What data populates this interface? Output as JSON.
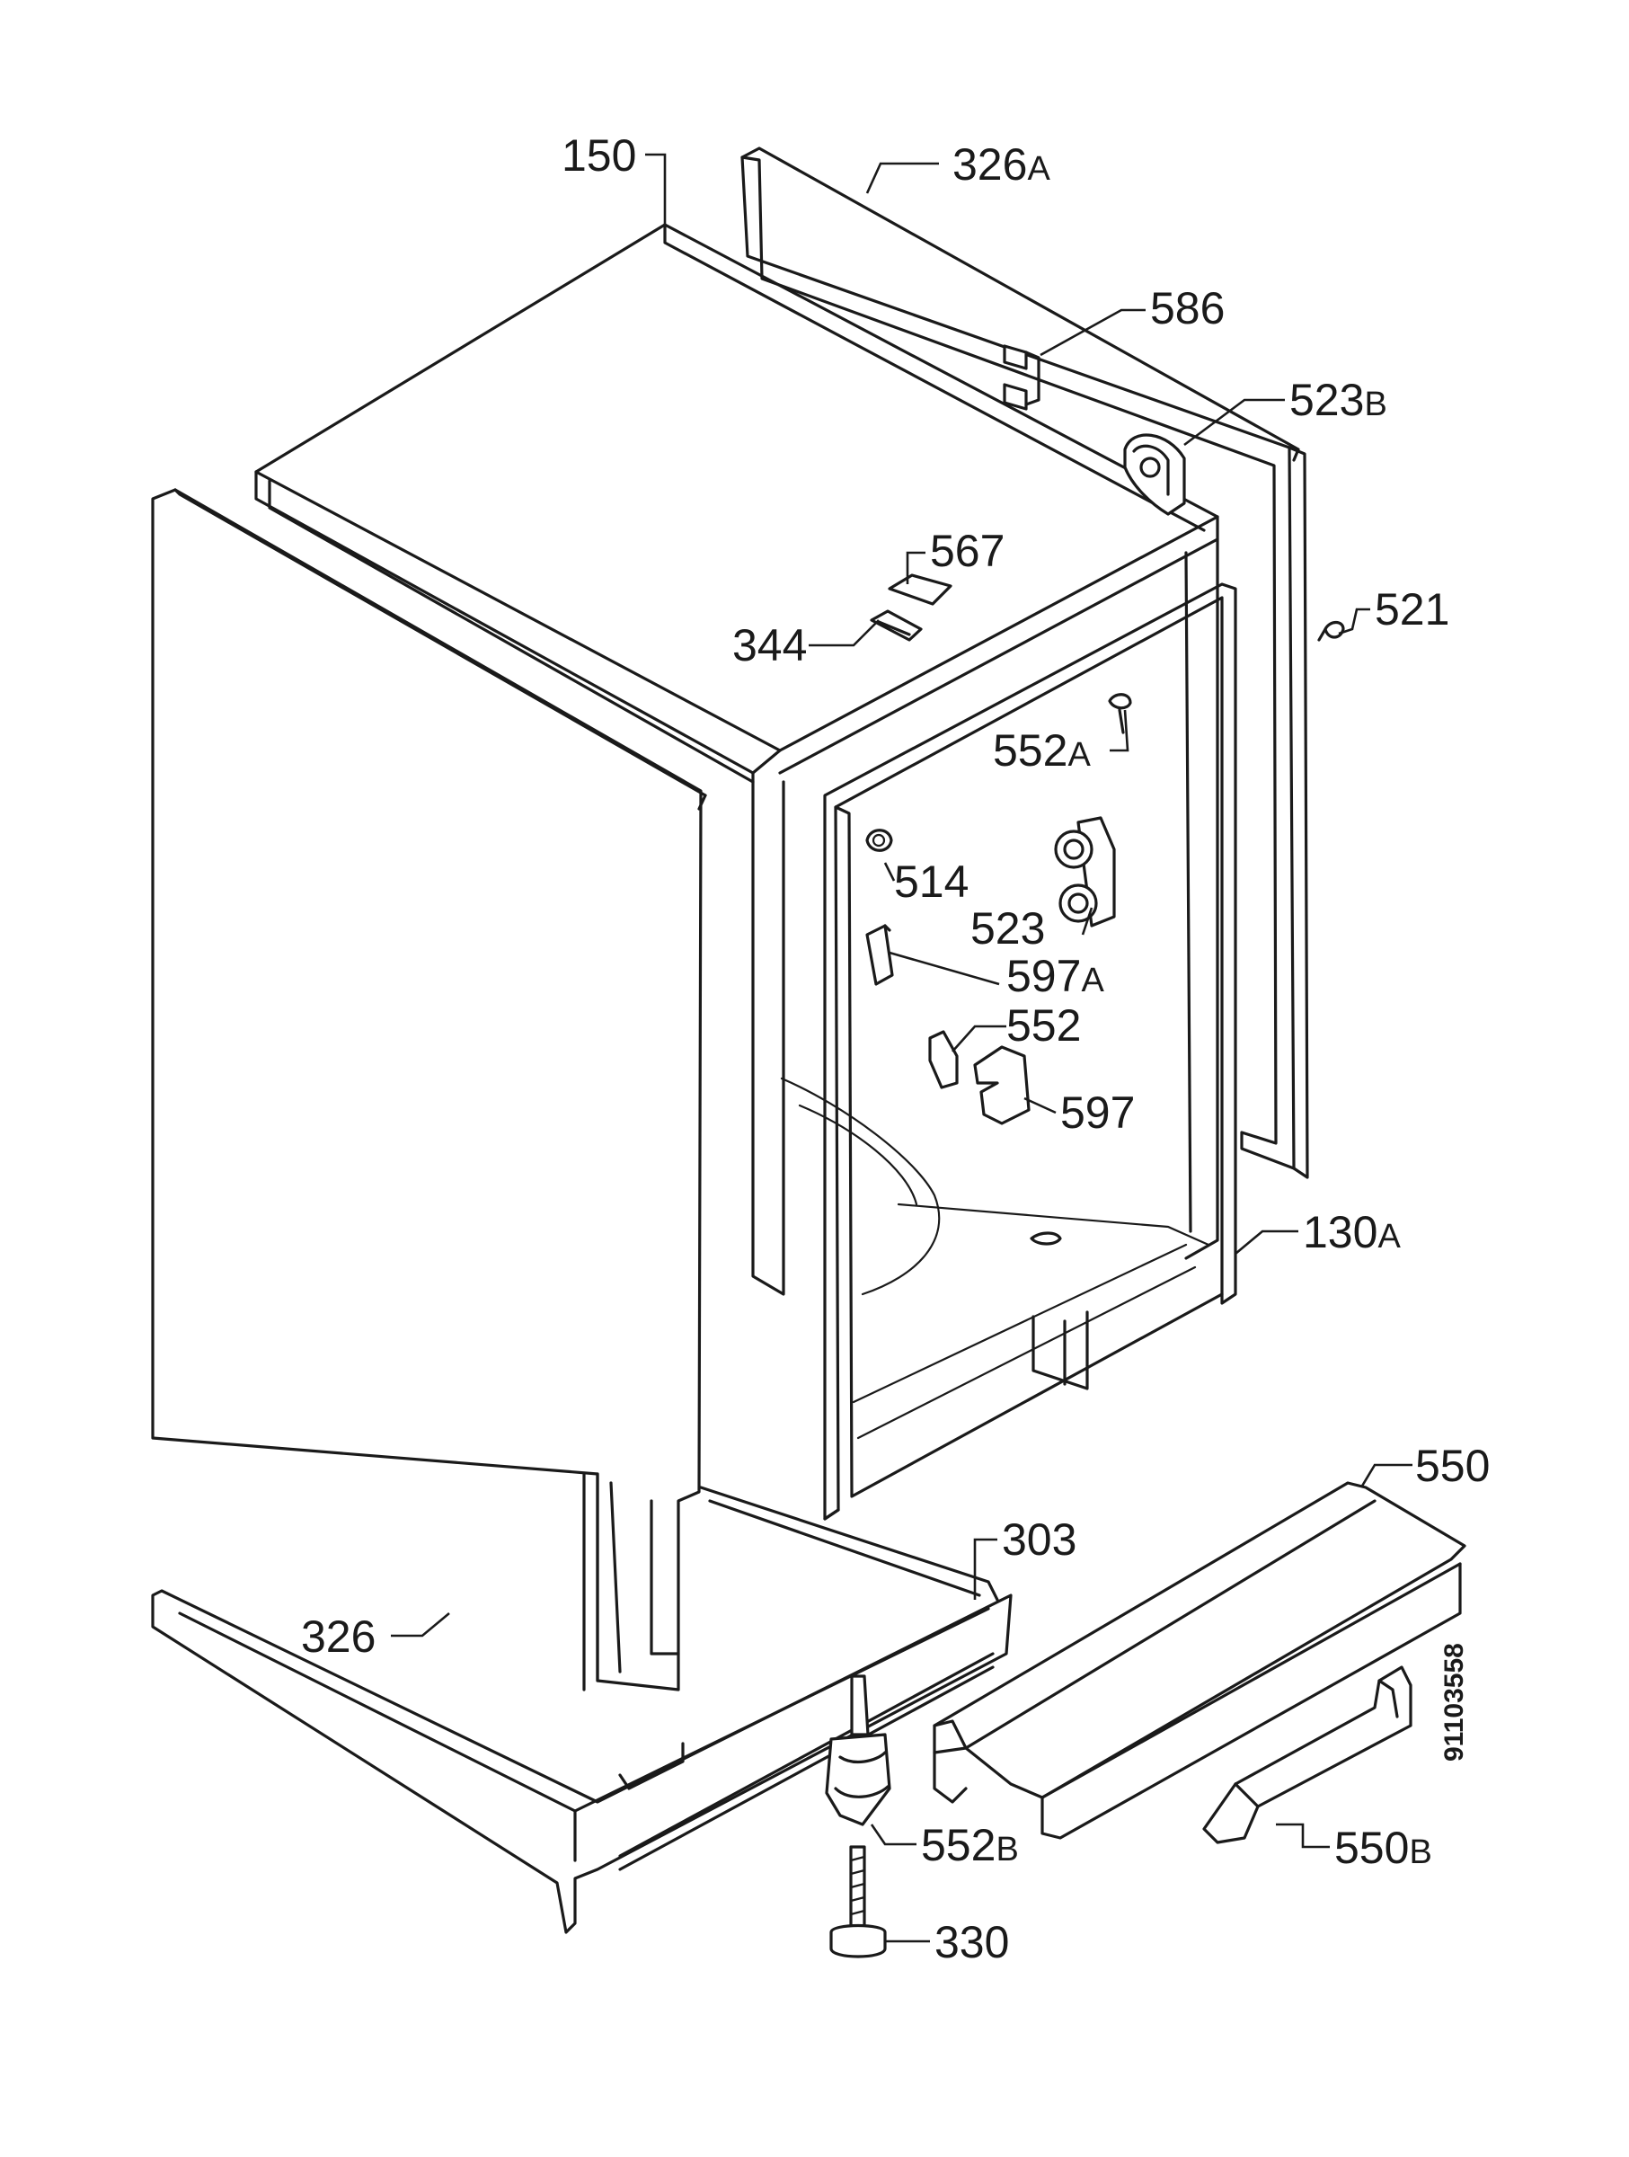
{
  "callouts": [
    {
      "id": "150",
      "num": "150",
      "suffix": ""
    },
    {
      "id": "326a",
      "num": "326",
      "suffix": "A"
    },
    {
      "id": "586",
      "num": "586",
      "suffix": ""
    },
    {
      "id": "523b",
      "num": "523",
      "suffix": "B"
    },
    {
      "id": "567",
      "num": "567",
      "suffix": ""
    },
    {
      "id": "344",
      "num": "344",
      "suffix": ""
    },
    {
      "id": "521",
      "num": "521",
      "suffix": ""
    },
    {
      "id": "552a",
      "num": "552",
      "suffix": "A"
    },
    {
      "id": "514",
      "num": "514",
      "suffix": ""
    },
    {
      "id": "523",
      "num": "523",
      "suffix": ""
    },
    {
      "id": "597a",
      "num": "597",
      "suffix": "A"
    },
    {
      "id": "552",
      "num": "552",
      "suffix": ""
    },
    {
      "id": "597",
      "num": "597",
      "suffix": ""
    },
    {
      "id": "130a",
      "num": "130",
      "suffix": "A"
    },
    {
      "id": "550",
      "num": "550",
      "suffix": ""
    },
    {
      "id": "303",
      "num": "303",
      "suffix": ""
    },
    {
      "id": "326",
      "num": "326",
      "suffix": ""
    },
    {
      "id": "552b",
      "num": "552",
      "suffix": "B"
    },
    {
      "id": "550b",
      "num": "550",
      "suffix": "B"
    },
    {
      "id": "330",
      "num": "330",
      "suffix": ""
    }
  ],
  "document_number": "91103558"
}
